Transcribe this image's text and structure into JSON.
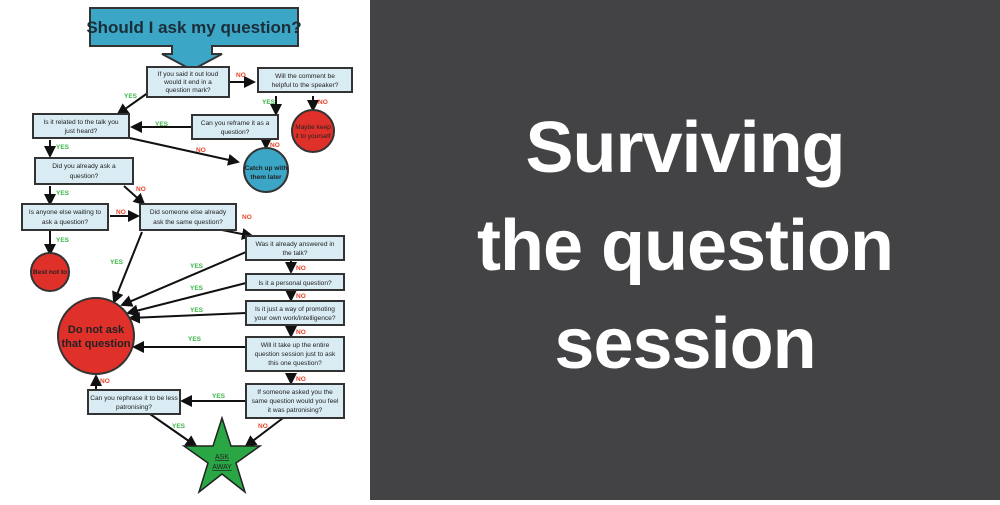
{
  "flowchart": {
    "title": "Should I ask my question?",
    "colors": {
      "title_fill": "#3ba6c6",
      "box_fill": "#d9ebf3",
      "stop_red": "#e0302a",
      "info_blue": "#3ba6c6",
      "go_green": "#2aa744",
      "yes_label": "#3cb54a",
      "no_label": "#e8442a"
    },
    "boxes": {
      "out_loud": [
        "If you said it out loud",
        "would it end in a",
        "question mark?"
      ],
      "helpful": [
        "Will the comment be",
        "helpful to the speaker?"
      ],
      "related": [
        "Is it related to the talk you",
        "just heard?"
      ],
      "reframe": [
        "Can you reframe it as a",
        "question?"
      ],
      "already_asked": [
        "Did you already ask a",
        "question?"
      ],
      "anyone_waiting": [
        "Is anyone else waiting to",
        "ask a question?"
      ],
      "someone_else": [
        "Did someone else already",
        "ask the same question?"
      ],
      "answered": [
        "Was it already answered in",
        "the talk?"
      ],
      "personal": [
        "Is it a personal question?"
      ],
      "promoting": [
        "Is it just a way of promoting",
        "your own work/intelligence?"
      ],
      "entire_session": [
        "Will it take up the entire",
        "question session just to ask",
        "this one question?"
      ],
      "patronising": [
        "If someone asked you the",
        "same question would you feel",
        "it was patronising?"
      ],
      "rephrase": [
        "Can you rephrase it to be less",
        "patronising?"
      ]
    },
    "outcomes": {
      "maybe_keep": [
        "Maybe keep",
        "it to yourself"
      ],
      "catch_up": [
        "Catch up with",
        "them later"
      ],
      "best_not": [
        "Best not to"
      ],
      "do_not_ask": [
        "Do not ask",
        "that question"
      ],
      "ask_away": [
        "ASK",
        "AWAY"
      ]
    },
    "labels": {
      "yes": "YES",
      "no": "NO"
    }
  },
  "headline": {
    "lines": [
      "Surviving",
      "the question",
      "session"
    ],
    "background": "#434345",
    "text_color": "#ffffff"
  }
}
